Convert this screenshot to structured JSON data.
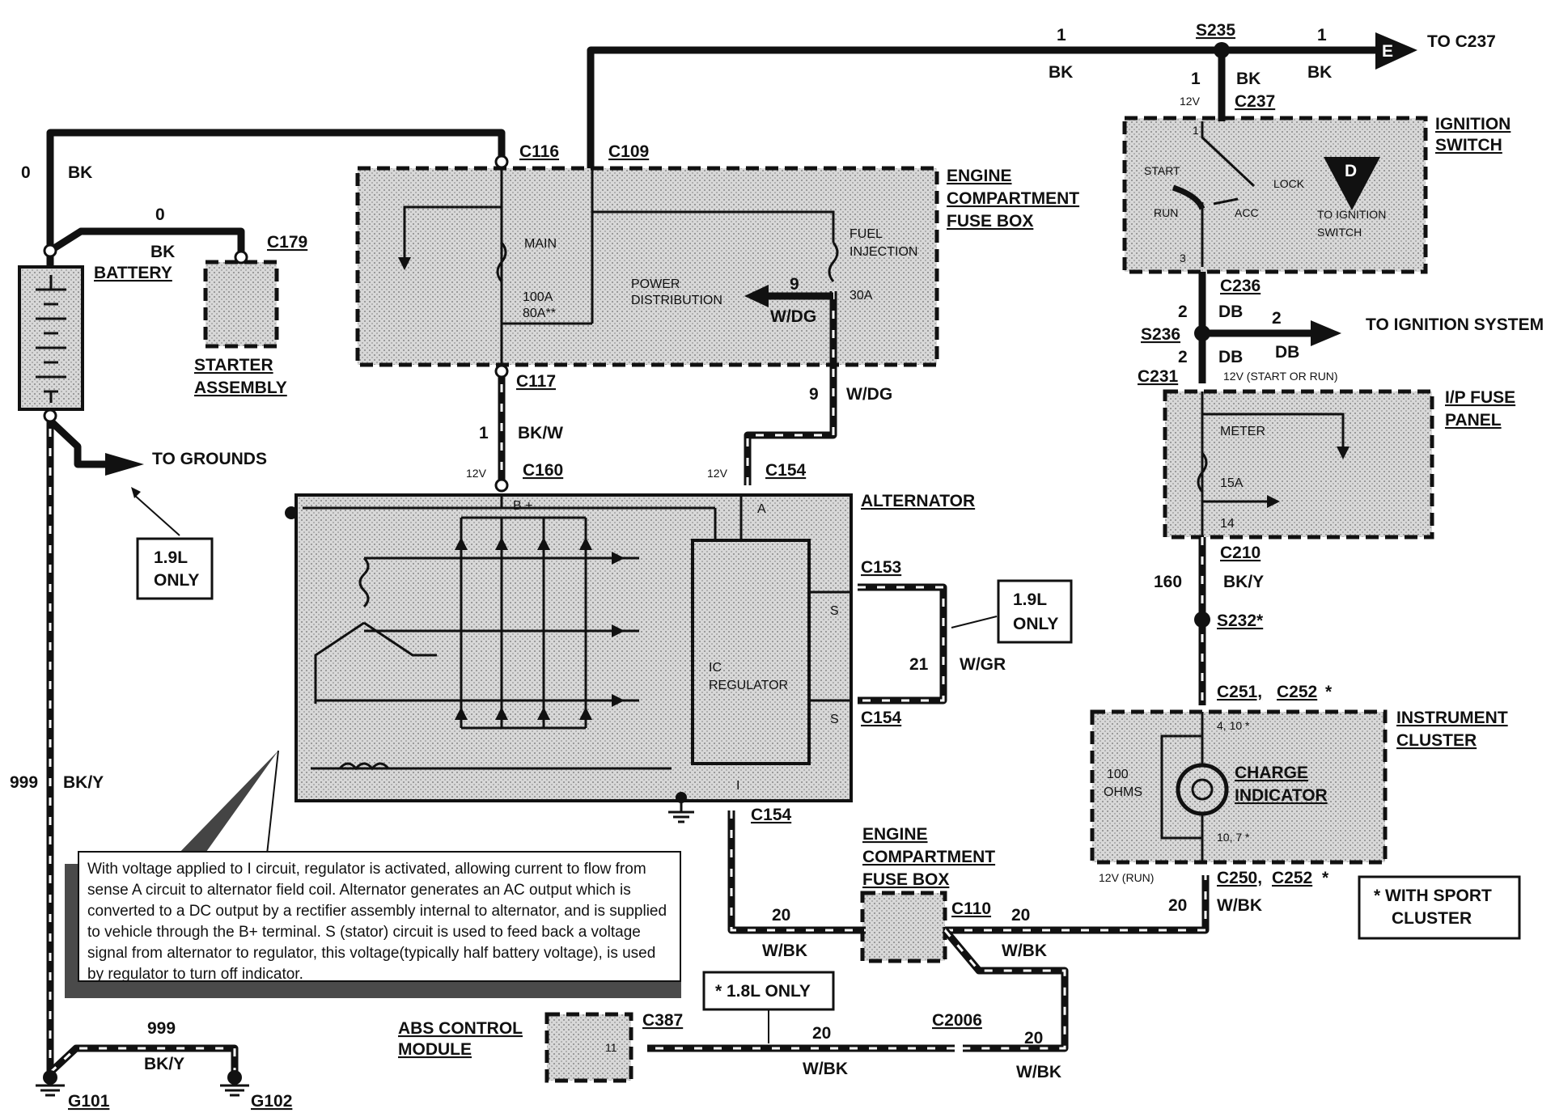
{
  "connectors": {
    "s235": "S235",
    "c237": "C237",
    "to_c237": "TO C237",
    "c116": "C116",
    "c109": "C109",
    "c179": "C179",
    "c117": "C117",
    "c160": "C160",
    "c154_top": "C154",
    "c153": "C153",
    "c154_right": "C154",
    "c154_bottom": "C154",
    "c236": "C236",
    "s236": "S236",
    "c231": "C231",
    "c210": "C210",
    "s232": "S232*",
    "c251": "C251,",
    "c252_top": "C252",
    "c252_star": "*",
    "c250": "C250,",
    "c252_bottom": "C252",
    "c252_bottom_star": "*",
    "c110": "C110",
    "c387": "C387",
    "c2006": "C2006",
    "g101": "G101",
    "g102": "G102",
    "connector_e": "E",
    "connector_d": "D"
  },
  "components": {
    "engine_fuse_box": [
      "ENGINE",
      "COMPARTMENT",
      "FUSE BOX"
    ],
    "engine_fuse_box_2": [
      "ENGINE",
      "COMPARTMENT",
      "FUSE BOX"
    ],
    "ignition_switch": [
      "IGNITION",
      "SWITCH"
    ],
    "battery": "BATTERY",
    "starter": [
      "STARTER",
      "ASSEMBLY"
    ],
    "alternator": "ALTERNATOR",
    "ip_fuse_panel": [
      "I/P FUSE",
      "PANEL"
    ],
    "instrument_cluster": [
      "INSTRUMENT",
      "CLUSTER"
    ],
    "charge_indicator": [
      "CHARGE",
      "INDICATOR"
    ],
    "abs_module": [
      "ABS CONTROL",
      "MODULE"
    ],
    "ic_regulator": [
      "IC",
      "REGULATOR"
    ]
  },
  "fuse_box_labels": {
    "main": "MAIN",
    "main_rating": "100A",
    "main_rating_alt": "80A**",
    "power_distribution": [
      "POWER",
      "DISTRIBUTION"
    ],
    "fuel_injection": [
      "FUEL",
      "INJECTION"
    ],
    "fuel_rating": "30A"
  },
  "ignition_labels": {
    "start": "START",
    "run": "RUN",
    "lock": "LOCK",
    "acc": "ACC",
    "to_ignition_switch": [
      "TO IGNITION",
      "SWITCH"
    ],
    "pin_1": "1",
    "pin_3": "3"
  },
  "ip_labels": {
    "meter": "METER",
    "rating": "15A",
    "pin": "14"
  },
  "cluster_labels": {
    "ohms": [
      "100",
      "OHMS"
    ],
    "pin_top": "4, 10 *",
    "pin_bottom": "10, 7 *"
  },
  "alternator_labels": {
    "bplus": "B +",
    "a": "A",
    "s1": "S",
    "s2": "S",
    "i": "I"
  },
  "abs_pin": "11",
  "destinations": {
    "to_grounds": "TO GROUNDS",
    "to_ignition_system": "TO IGNITION SYSTEM"
  },
  "callouts": {
    "only_19l_left": [
      "1.9L",
      "ONLY"
    ],
    "only_19l_right": [
      "1.9L",
      "ONLY"
    ],
    "only_18l": "* 1.8L ONLY",
    "sport_cluster": [
      "* WITH SPORT",
      "CLUSTER"
    ]
  },
  "wires": {
    "top_1": "1",
    "top_bk": "BK",
    "right_1": "1",
    "right_bk": "BK",
    "s235_down_1": "1",
    "s235_down_bk": "BK",
    "left_0": "0",
    "left_bk": "BK",
    "starter_0": "0",
    "starter_bk": "BK",
    "alt_1": "1",
    "alt_bkw": "BK/W",
    "fi_9": "9",
    "fi_wdg": "W/DG",
    "fi_9b": "9",
    "fi_wdgb": "W/DG",
    "stator_21": "21",
    "stator_wgr": "W/GR",
    "gnd_999": "999",
    "gnd_bky": "BK/Y",
    "g_999": "999",
    "g_bky": "BK/Y",
    "db_2a": "2",
    "db_a": "DB",
    "db_2b": "2",
    "db_b": "DB",
    "db_2c": "2",
    "db_c": "DB",
    "bky_160": "160",
    "bky": "BK/Y",
    "wbk_20a": "20",
    "wbk_a": "W/BK",
    "wbk_20b": "20",
    "wbk_b": "W/BK",
    "wbk_20c": "20",
    "wbk_c": "W/BK",
    "wbk_20d": "20",
    "wbk_d": "W/BK",
    "wbk_20e": "20",
    "wbk_e": "W/BK"
  },
  "voltages": {
    "c237": "12V",
    "c160": "12V",
    "c154": "12V",
    "c231": "12V (START OR RUN)",
    "c250": "12V (RUN)"
  },
  "description": "With voltage applied to I circuit, regulator is activated, allowing current to flow from sense A circuit to alternator field coil. Alternator generates an AC output which is converted to a DC output by a rectifier assembly internal to alternator, and is supplied to vehicle through the B+ terminal. S (stator) circuit is used to feed back a voltage signal from alternator to regulator, this voltage(typically half battery voltage), is used by regulator to turn off indicator."
}
